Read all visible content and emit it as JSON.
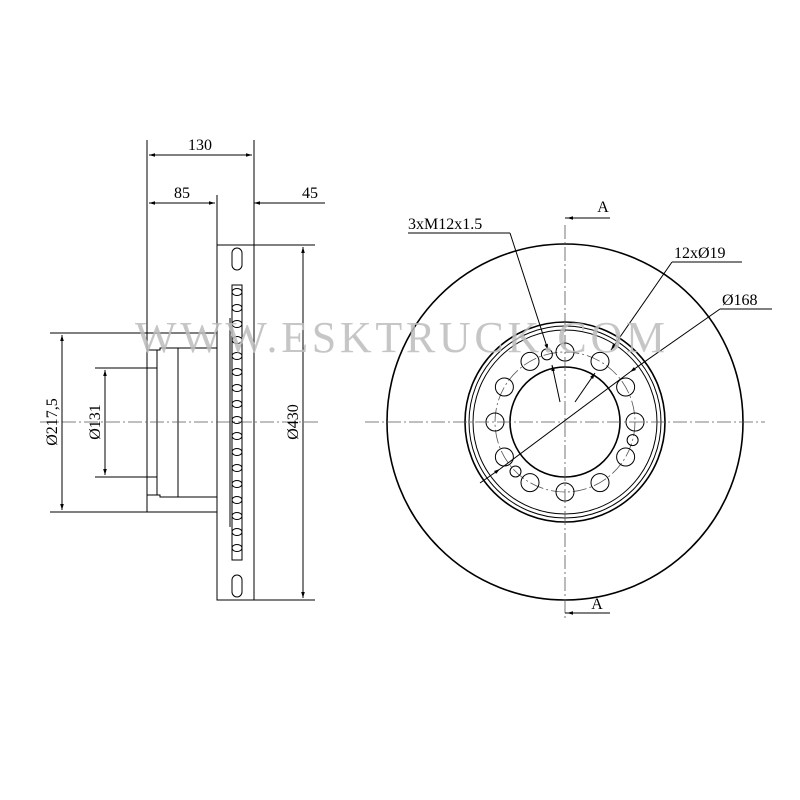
{
  "drawing": {
    "watermark": "WWW.ESKTRUCK.COM",
    "section_view": {
      "dim_overall_width": "130",
      "dim_hub_depth": "85",
      "dim_disc_thickness": "45",
      "dim_outer_diameter": "Ø430",
      "dim_hub_diameter": "Ø217,5",
      "dim_bore_diameter": "Ø131"
    },
    "front_view": {
      "thread_holes": "3xM12x1.5",
      "bolt_holes": "12xØ19",
      "bolt_circle": "Ø168",
      "section_mark_top": "A",
      "section_mark_bottom": "A",
      "bolt_hole_count": 12,
      "thread_hole_count": 3
    }
  }
}
